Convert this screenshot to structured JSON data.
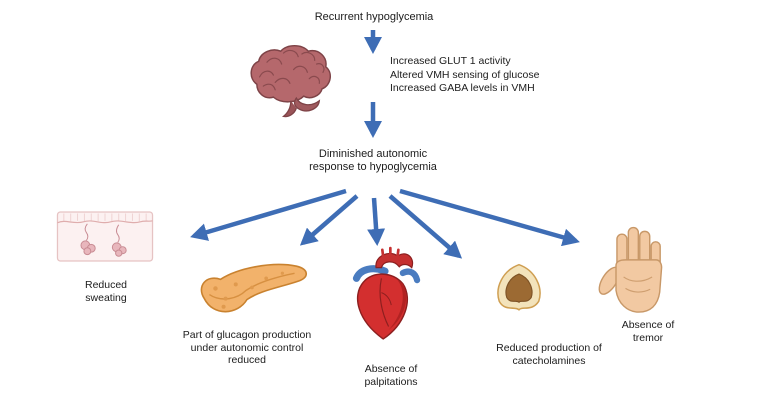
{
  "diagram": {
    "title": "Recurrent hypoglycemia",
    "mechanisms": [
      "Increased GLUT 1 activity",
      "Altered VMH sensing of glucose",
      "Increased GABA levels in VMH"
    ],
    "central_node": "Diminished autonomic\nresponse to hypoglycemia",
    "outcomes": [
      {
        "organ": "skin",
        "label": "Reduced\nsweating"
      },
      {
        "organ": "pancreas",
        "label": "Part of glucagon production\nunder autonomic control\nreduced"
      },
      {
        "organ": "heart",
        "label": "Absence of\npalpitations"
      },
      {
        "organ": "adrenal-gland",
        "label": "Reduced production of\ncatecholamines"
      },
      {
        "organ": "hand",
        "label": "Absence of\ntremor"
      }
    ],
    "colors": {
      "arrow": "#3e6db5",
      "text": "#1c1c1c",
      "background": "#ffffff"
    }
  }
}
